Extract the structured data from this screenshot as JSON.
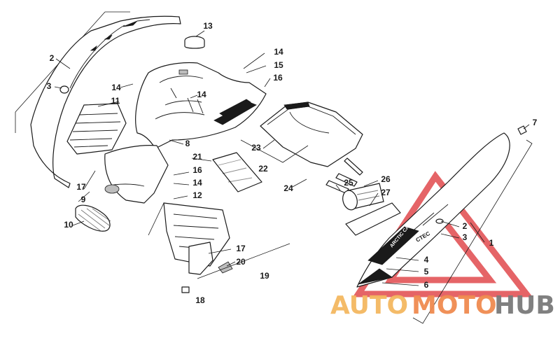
{
  "callouts": {
    "n1": "1",
    "n2a": "2",
    "n2b": "2",
    "n3a": "3",
    "n3b": "3",
    "n4": "4",
    "n5": "5",
    "n6": "6",
    "n7": "7",
    "n8": "8",
    "n9": "9",
    "n10": "10",
    "n11": "11",
    "n12": "12",
    "n13": "13",
    "n14a": "14",
    "n14b": "14",
    "n14c": "14",
    "n14d": "14",
    "n15": "15",
    "n16a": "16",
    "n16b": "16",
    "n17a": "17",
    "n17b": "17",
    "n18": "18",
    "n19": "19",
    "n20": "20",
    "n21": "21",
    "n22": "22",
    "n23": "23",
    "n24": "24",
    "n25": "25",
    "n26": "26",
    "n27": "27"
  },
  "decal": {
    "brand": "ARCTIC CAT",
    "model": "CTEC"
  },
  "watermark": {
    "word1": "AUTO",
    "word2": "MOTO",
    "word3": "HUB",
    "color_red": "#e0494c",
    "color_orange": "#f4b860",
    "color_grey": "#7a7a7a"
  }
}
